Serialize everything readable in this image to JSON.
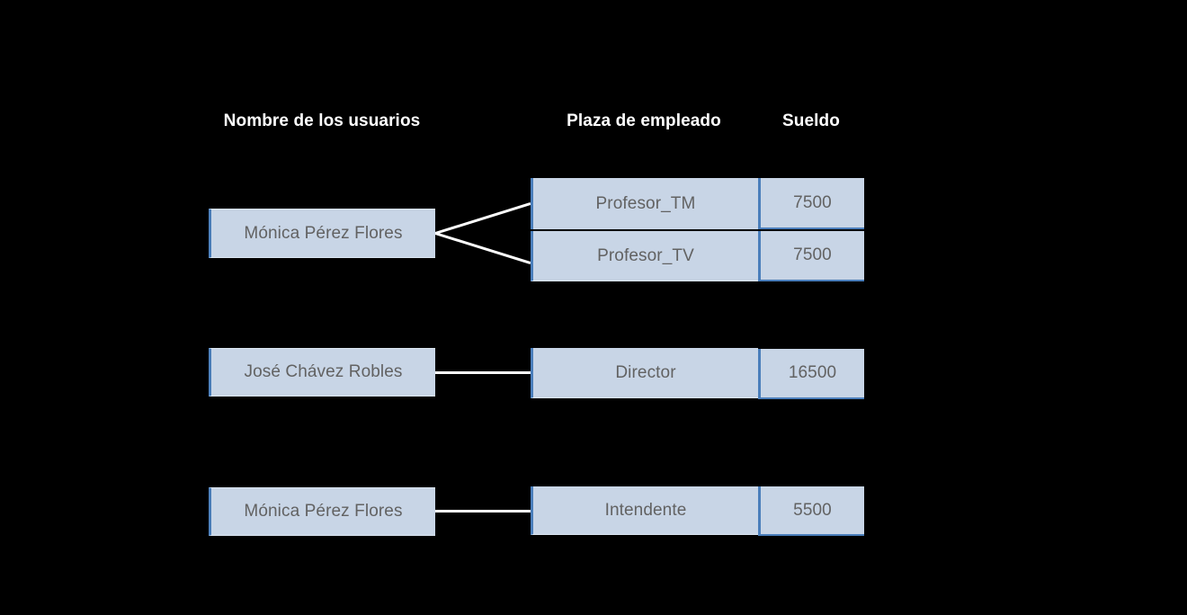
{
  "diagram": {
    "title_headers": {
      "nombre": "Nombre de los usuarios",
      "plaza": "Plaza de empleado",
      "sueldo": "Sueldo"
    },
    "colors": {
      "background": "#000000",
      "box_fill": "#c8d5e6",
      "box_accent": "#4a7ebb",
      "box_text": "#626262",
      "header_text": "#ffffff",
      "connector": "#ffffff"
    },
    "groups": [
      {
        "user": "Mónica Pérez Flores",
        "assignments": [
          {
            "plaza": "Profesor_TM",
            "sueldo": "7500"
          },
          {
            "plaza": "Profesor_TV",
            "sueldo": "7500"
          }
        ]
      },
      {
        "user": "José Chávez Robles",
        "assignments": [
          {
            "plaza": "Director",
            "sueldo": "16500"
          }
        ]
      },
      {
        "user": "Mónica Pérez Flores",
        "assignments": [
          {
            "plaza": "Intendente",
            "sueldo": "5500"
          }
        ]
      }
    ]
  }
}
